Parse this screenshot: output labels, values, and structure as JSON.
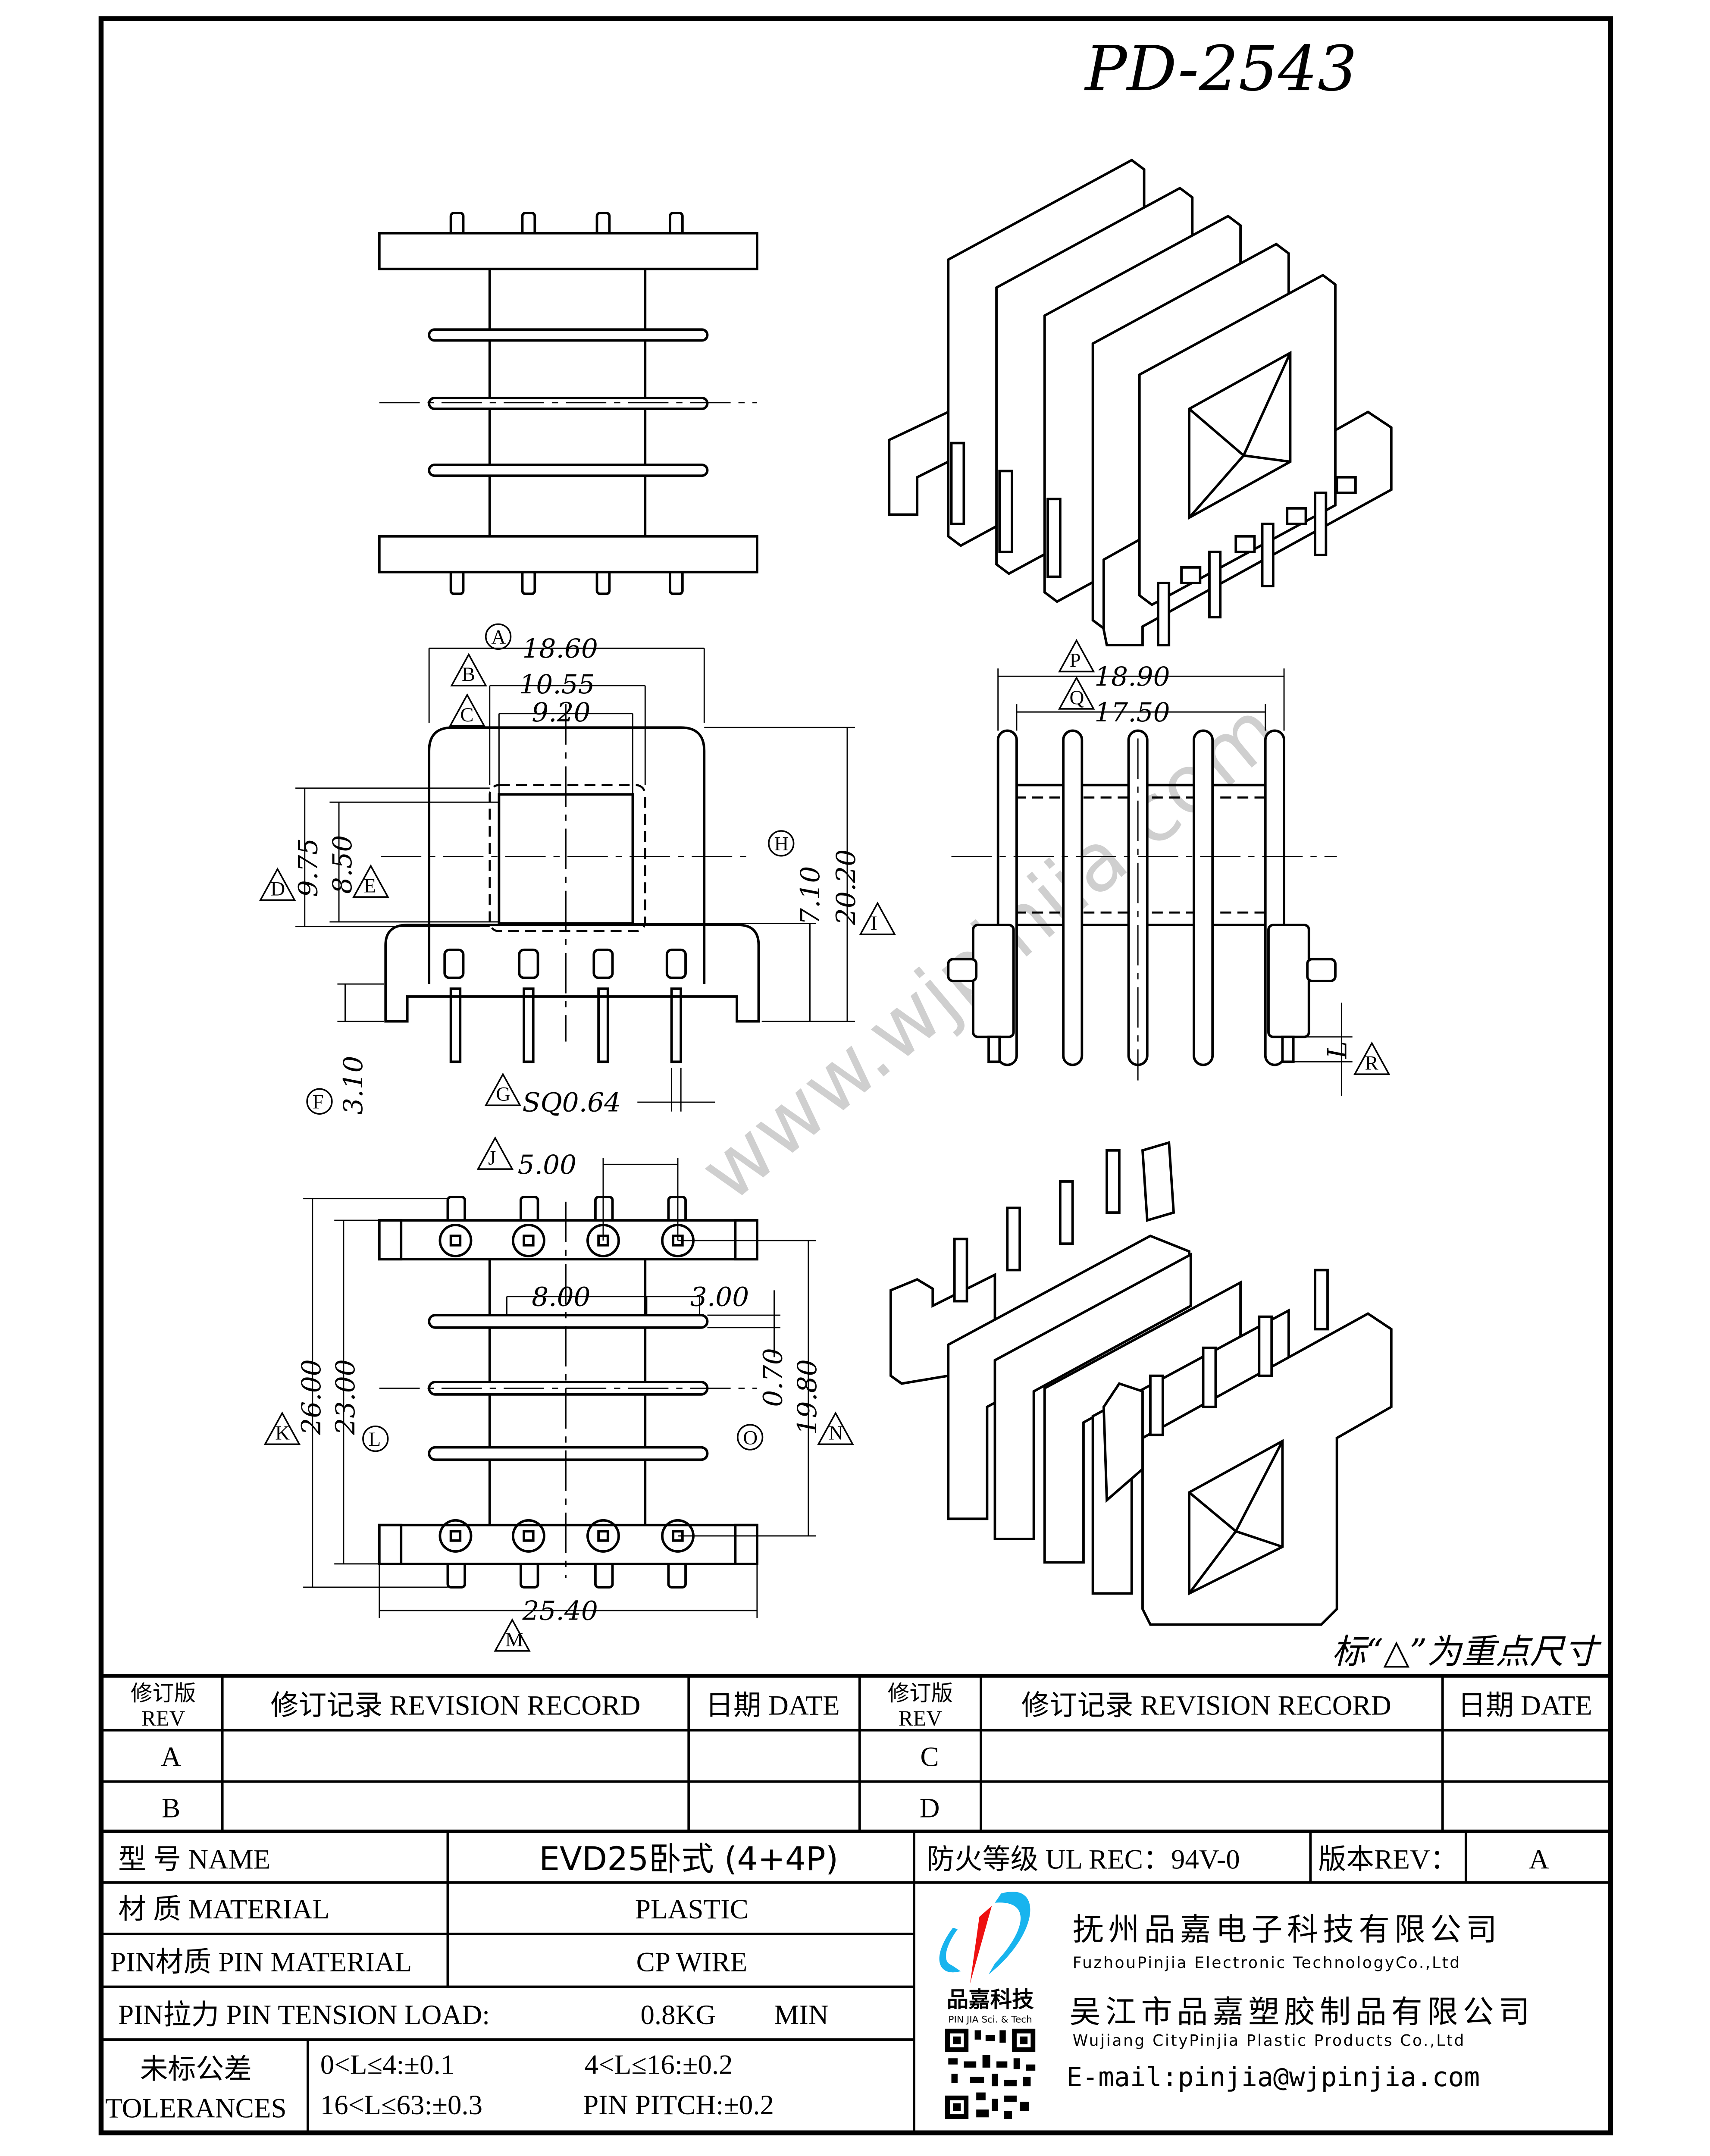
{
  "drawing": {
    "part_number": "PD-2543",
    "key_dimension_note": "标“△”为重点尺寸",
    "watermark": "www.wjpinjia.com",
    "markers": {
      "A": "A",
      "B": "B",
      "C": "C",
      "D": "D",
      "E": "E",
      "F": "F",
      "G": "G",
      "H": "H",
      "I": "I",
      "J": "J",
      "K": "K",
      "L": "L",
      "M": "M",
      "N": "N",
      "O": "O",
      "P": "P",
      "Q": "Q",
      "R": "R"
    },
    "dimensions": {
      "A": "18.60",
      "B": "10.55",
      "C": "9.20",
      "D": "9.75",
      "E": "8.50",
      "F": "3.10",
      "G": "SQ0.64",
      "H": "7.10",
      "I": "20.20",
      "J": "5.00",
      "K": "26.00",
      "L": "23.00",
      "M": "25.40",
      "N": "19.80",
      "O": "0.70",
      "P": "18.90",
      "Q": "17.50",
      "R": "L",
      "slot_width": "8.00",
      "slot_gap": "3.00"
    }
  },
  "revision_table": {
    "headers": {
      "rev": "修订版",
      "rev_en": "REV",
      "record": "修订记录  REVISION  RECORD",
      "date": "日期  DATE"
    },
    "rows": [
      {
        "left_rev": "A",
        "right_rev": "C"
      },
      {
        "left_rev": "B",
        "right_rev": "D"
      }
    ]
  },
  "spec_table": {
    "name_label": "型  号  NAME",
    "name_value": "EVD25卧式 (4+4P)",
    "fire_label": "防火等级  UL  REC：94V-0",
    "rev_label": "版本REV：",
    "rev_value": "A",
    "material_label": "材  质  MATERIAL",
    "material_value": "PLASTIC",
    "pin_material_label": "PIN材质  PIN  MATERIAL",
    "pin_material_value": "CP  WIRE",
    "tension_label": "PIN拉力  PIN  TENSION  LOAD:",
    "tension_value": "0.8KG",
    "tension_unit": "MIN",
    "tolerance_label": "未标公差",
    "tolerance_label_en": "TOLERANCES",
    "tolerances": [
      "0<L≤4:±0.1",
      "4<L≤16:±0.2",
      "16<L≤63:±0.3",
      "PIN  PITCH:±0.2"
    ]
  },
  "company": {
    "logo_cn": "品嘉科技",
    "logo_en": "PIN JIA Sci. & Tech",
    "name1_cn": "抚州品嘉电子科技有限公司",
    "name1_en": "FuzhouPinjia Electronic TechnologyCo.,Ltd",
    "name2_cn": "吴江市品嘉塑胶制品有限公司",
    "name2_en": "Wujiang CityPinjia  Plastic Products Co.,Ltd",
    "email": "E-mail:pinjia@wjpinjia.com",
    "colors": {
      "logo_blue": "#18b4ee",
      "logo_red": "#ee1111"
    }
  }
}
